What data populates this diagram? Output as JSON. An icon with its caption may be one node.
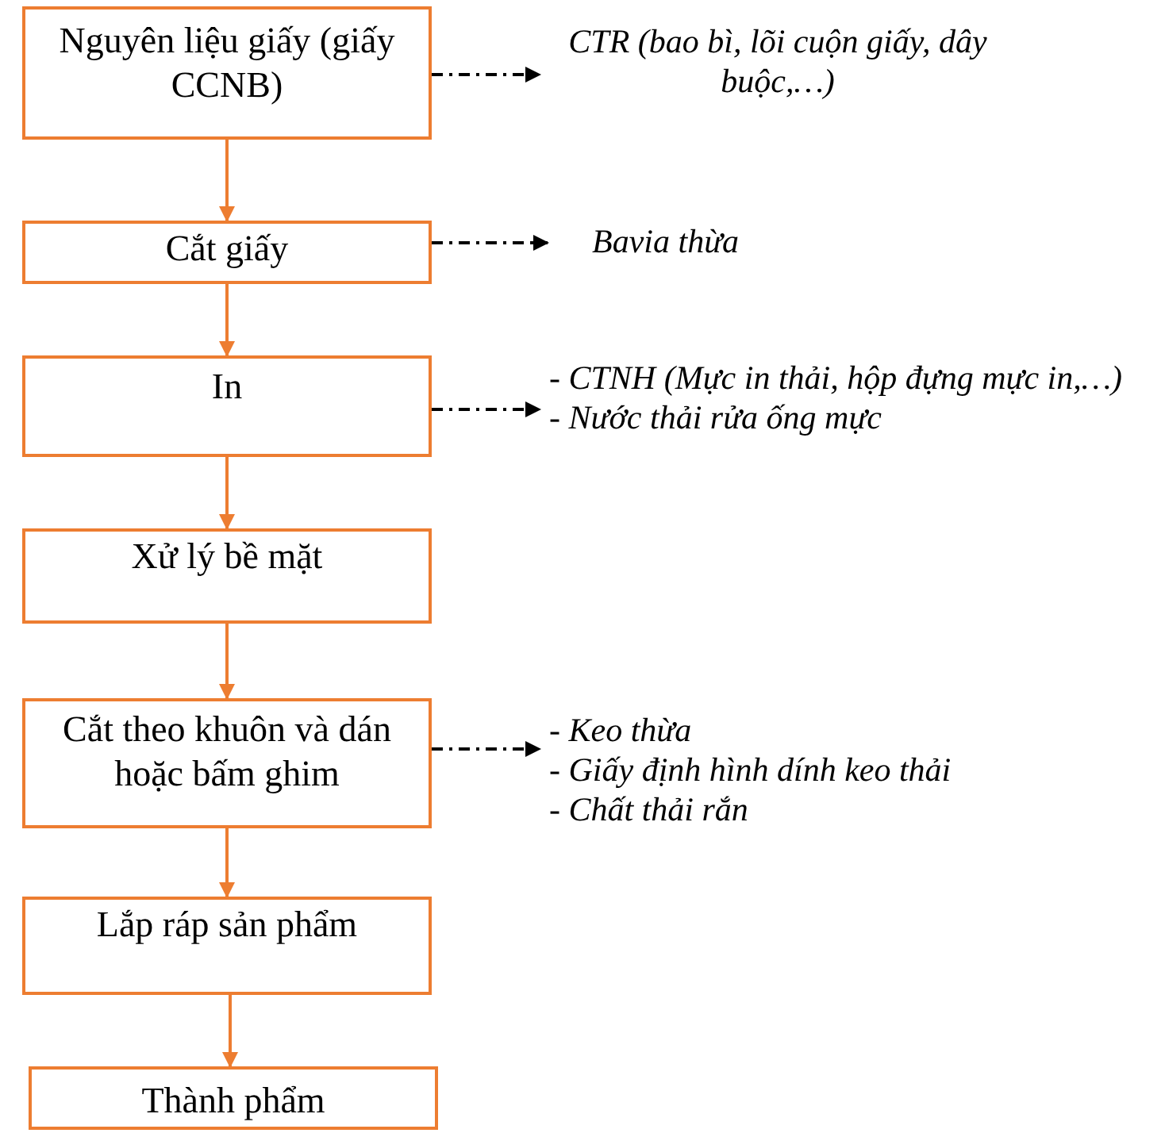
{
  "diagram": {
    "nodes": [
      {
        "text": [
          "Nguyên liệu giấy (giấy CCNB)"
        ]
      },
      {
        "text": [
          "Cắt giấy"
        ]
      },
      {
        "text": [
          "In"
        ]
      },
      {
        "text": [
          "Xử lý bề mặt"
        ]
      },
      {
        "text": [
          "Cắt theo khuôn và dán hoặc bấm ghim"
        ]
      },
      {
        "text": [
          "Lắp ráp sản phẩm"
        ]
      },
      {
        "text": [
          "Thành phẩm"
        ]
      },
      {
        "text": [
          "CTR (bao bì, lõi cuộn giấy, dây buộc,…)"
        ]
      },
      {
        "text": [
          "Bavia thừa"
        ]
      },
      {
        "text": [
          "- CTNH (Mực in thải, hộp đựng mực in,…)",
          "- Nước thải rửa ống mực"
        ]
      },
      {
        "text": [
          "- Keo thừa",
          "- Giấy định hình dính keo thải",
          "- Chất thải rắn"
        ]
      }
    ],
    "edges": [
      {
        "from": 0,
        "to": 1,
        "arrow": "to"
      },
      {
        "from": 1,
        "to": 2,
        "arrow": "to"
      },
      {
        "from": 2,
        "to": 3,
        "arrow": "to"
      },
      {
        "from": 3,
        "to": 4,
        "arrow": "to"
      },
      {
        "from": 4,
        "to": 5,
        "arrow": "to"
      },
      {
        "from": 5,
        "to": 6,
        "arrow": "to"
      },
      {
        "from": 0,
        "to": 7,
        "arrow": "to",
        "style": "dashed",
        "color": "#000000"
      },
      {
        "from": 1,
        "to": 8,
        "arrow": "to",
        "style": "dashed",
        "color": "#000000"
      },
      {
        "from": 2,
        "to": 9,
        "arrow": "to",
        "style": "dashed",
        "color": "#000000"
      },
      {
        "from": 4,
        "to": 10,
        "arrow": "to",
        "style": "dashed",
        "color": "#000000"
      }
    ]
  }
}
